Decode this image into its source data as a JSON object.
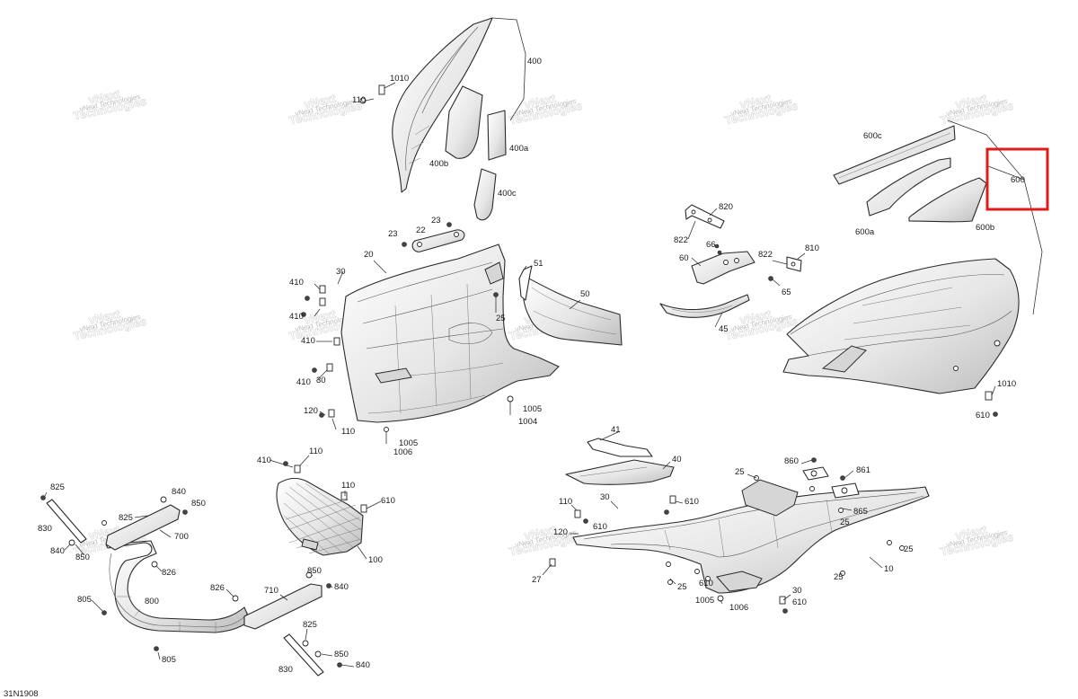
{
  "drawing_code": "31N1908",
  "watermark": {
    "line1": "vNext",
    "line2": "Technologies",
    "caption": "vNext Technologies"
  },
  "highlight_color": "#e01b1b",
  "callouts": {
    "c400": "400",
    "c1010a": "1010",
    "c110a": "110",
    "c400a": "400a",
    "c400b": "400b",
    "c400c": "400c",
    "c600c": "600c",
    "c600": "600",
    "c600a": "600a",
    "c600b": "600b",
    "c820": "820",
    "c822a": "822",
    "c66": "66",
    "c60": "60",
    "c822b": "822",
    "c810": "810",
    "c65": "65",
    "c45": "45",
    "c23a": "23",
    "c22": "22",
    "c23b": "23",
    "c20": "20",
    "c51": "51",
    "c50": "50",
    "c30a": "30",
    "c410a": "410",
    "c410b": "410",
    "c410c": "410",
    "c410d": "410",
    "c30b": "30",
    "c25a": "25",
    "c120a": "120",
    "c110b": "110",
    "c1005a": "1005",
    "c1004": "1004",
    "c1005b": "1005",
    "c1006a": "1006",
    "c1010b": "1010",
    "c610a": "610",
    "c41": "41",
    "c40": "40",
    "c25b": "25",
    "c860": "860",
    "c861": "861",
    "c865": "865",
    "c25c": "25",
    "c25d": "25",
    "c25e": "25",
    "c10": "10",
    "c110c": "110",
    "c30c": "30",
    "c610b": "610",
    "c610c": "610",
    "c120b": "120",
    "c27": "27",
    "c25f": "25",
    "c610d": "610",
    "c1005c": "1005",
    "c1006b": "1006",
    "c30d": "30",
    "c610e": "610",
    "c410e": "410",
    "c110d": "110",
    "c110e": "110",
    "c610f": "610",
    "c100": "100",
    "c825a": "825",
    "c830a": "830",
    "c840a": "840",
    "c850a": "850",
    "c825b": "825",
    "c700": "700",
    "c840b": "840",
    "c850b": "850",
    "c826a": "826",
    "c805a": "805",
    "c800": "800",
    "c805b": "805",
    "c826b": "826",
    "c710": "710",
    "c850c": "850",
    "c840c": "840",
    "c825c": "825",
    "c830b": "830",
    "c850d": "850",
    "c840d": "840"
  }
}
